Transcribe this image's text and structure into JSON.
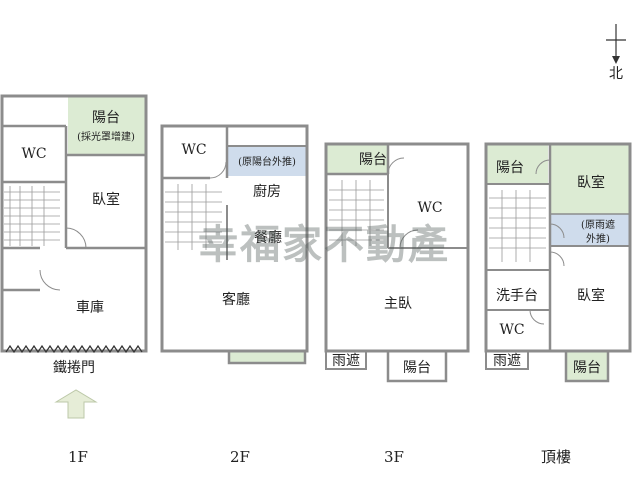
{
  "compass": {
    "label": "北"
  },
  "watermark": "幸福家不動產",
  "floors": {
    "f1": {
      "label": "1F",
      "rooms": {
        "balcony": "陽台",
        "balcony_note": "(採光罩增建)",
        "wc": "WC",
        "bedroom": "臥室",
        "garage": "車庫",
        "rolling_door": "鐵捲門"
      }
    },
    "f2": {
      "label": "2F",
      "rooms": {
        "wc": "WC",
        "balcony_pushout": "(原陽台外推)",
        "kitchen": "廚房",
        "dining": "餐廳",
        "living": "客廳"
      }
    },
    "f3": {
      "label": "3F",
      "rooms": {
        "balcony_top": "陽台",
        "wc": "WC",
        "master_bedroom": "主臥",
        "rain_shelter": "雨遮",
        "balcony_bottom": "陽台"
      }
    },
    "roof": {
      "label": "頂樓",
      "rooms": {
        "balcony_top": "陽台",
        "bedroom_top": "臥室",
        "rain_shelter_pushout_1": "(原雨遮",
        "rain_shelter_pushout_2": "外推)",
        "washroom": "洗手台",
        "wc": "WC",
        "bedroom_bottom": "臥室",
        "rain_shelter": "雨遮",
        "balcony_bottom": "陽台"
      }
    }
  },
  "colors": {
    "wall": "#8c8c8c",
    "balcony_fill": "#dcebd3",
    "pushout_fill": "#cfdcec",
    "entrance_arrow": "#e6edd7",
    "watermark": "#4f5a57"
  }
}
